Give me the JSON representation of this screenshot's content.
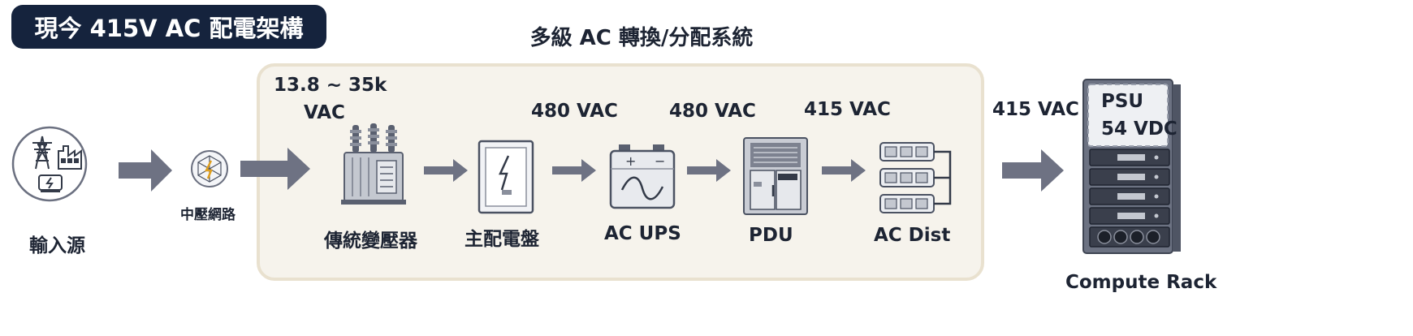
{
  "title": "現今 415V AC 配電架構",
  "system_title": "多級 AC 轉換/分配系統",
  "input": {
    "label": "輸入源"
  },
  "mv_network": {
    "label": "中壓網路"
  },
  "transformer": {
    "label": "傳統變壓器",
    "voltage_line1": "13.8 ~ 35k",
    "voltage_line2": "VAC"
  },
  "main_panel": {
    "label": "主配電盤",
    "voltage": "480 VAC"
  },
  "ups": {
    "label": "AC UPS",
    "voltage": "480 VAC",
    "plus": "+",
    "minus": "−"
  },
  "pdu": {
    "label": "PDU",
    "voltage": "415 VAC"
  },
  "ac_dist": {
    "label": "AC Dist"
  },
  "rack": {
    "label": "Compute Rack",
    "voltage": "415 VAC",
    "psu_line1": "PSU",
    "psu_line2": "54 VDC"
  },
  "colors": {
    "dark_navy": "#15233d",
    "panel_bg": "#f6f3ec",
    "panel_border": "#e9e1cf",
    "arrow": "#6e7283",
    "text": "#1d2433"
  },
  "icons": [
    "power-sources-icon",
    "grid-network-icon",
    "transformer-icon",
    "switchboard-icon",
    "ups-battery-icon",
    "pdu-cabinet-icon",
    "ac-distribution-icon",
    "server-rack-icon",
    "arrow-icon"
  ]
}
